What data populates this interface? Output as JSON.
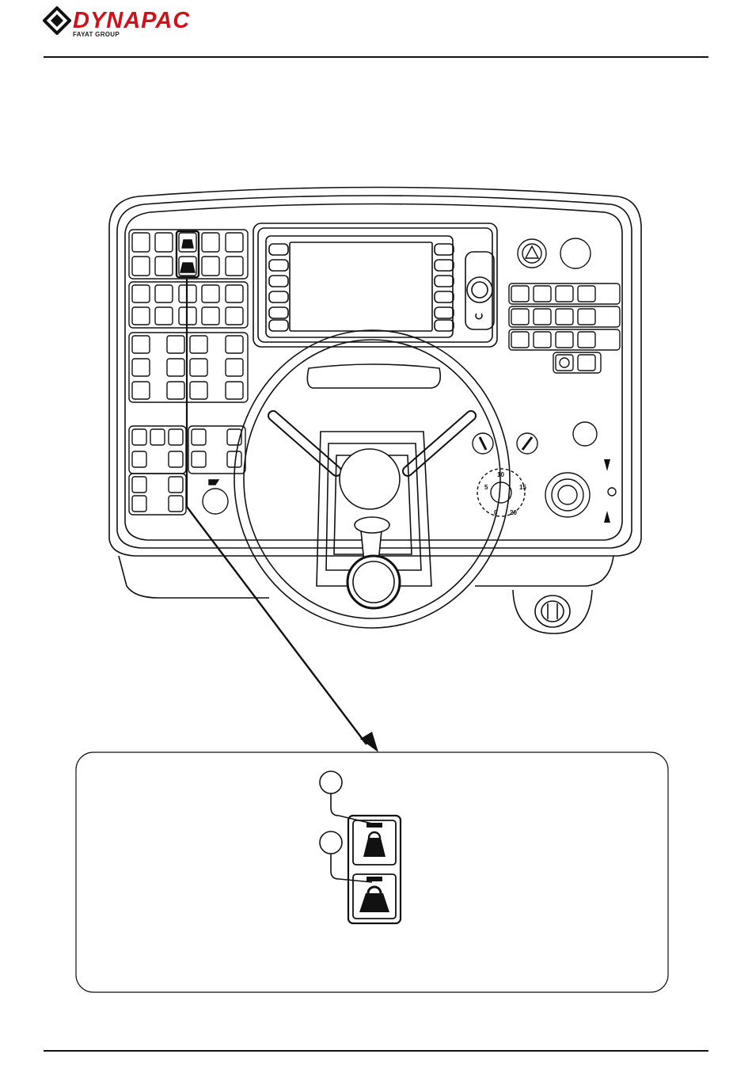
{
  "header": {
    "brand": "DYNAPAC",
    "group": "FAYAT GROUP",
    "brand_color": "#d0111b"
  },
  "panel": {
    "speed_dial_labels": [
      "5",
      "10",
      "15",
      "0",
      "20"
    ]
  },
  "icons": [
    "dynapac-logo-icon",
    "weight-light-icon",
    "weight-heavy-icon",
    "horn-icon",
    "parking-icon",
    "warning-triangle-icon"
  ]
}
